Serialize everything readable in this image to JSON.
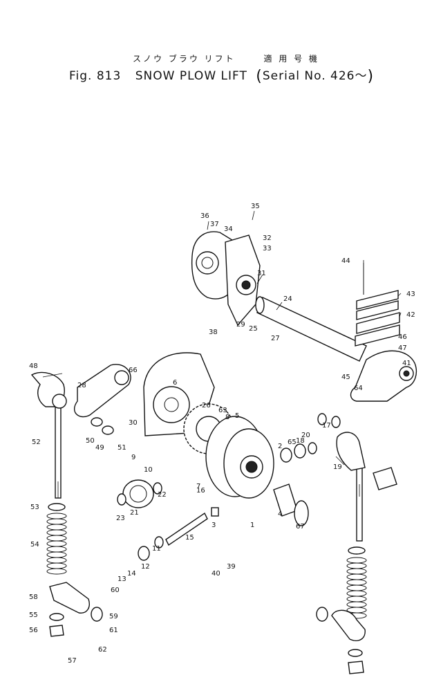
{
  "header": {
    "title_jp": "スノウ ブラウ リフト",
    "serial_jp": "適 用 号 機",
    "fig": "Fig. 813",
    "name": "SNOW PLOW LIFT",
    "serial": "Serial No. 426～"
  },
  "callouts": [
    "1",
    "2",
    "3",
    "4",
    "5",
    "6",
    "7",
    "8",
    "9",
    "10",
    "11",
    "12",
    "13",
    "14",
    "15",
    "16",
    "17",
    "18",
    "19",
    "20",
    "21",
    "22",
    "23",
    "24",
    "25",
    "26",
    "27",
    "28",
    "29",
    "30",
    "31",
    "32",
    "33",
    "34",
    "35",
    "36",
    "37",
    "38",
    "39",
    "40",
    "41",
    "42",
    "43",
    "44",
    "45",
    "46",
    "47",
    "48",
    "49",
    "50",
    "51",
    "52",
    "53",
    "54",
    "55",
    "56",
    "57",
    "58",
    "59",
    "60",
    "61",
    "62",
    "63",
    "64",
    "65",
    "66",
    "67"
  ]
}
